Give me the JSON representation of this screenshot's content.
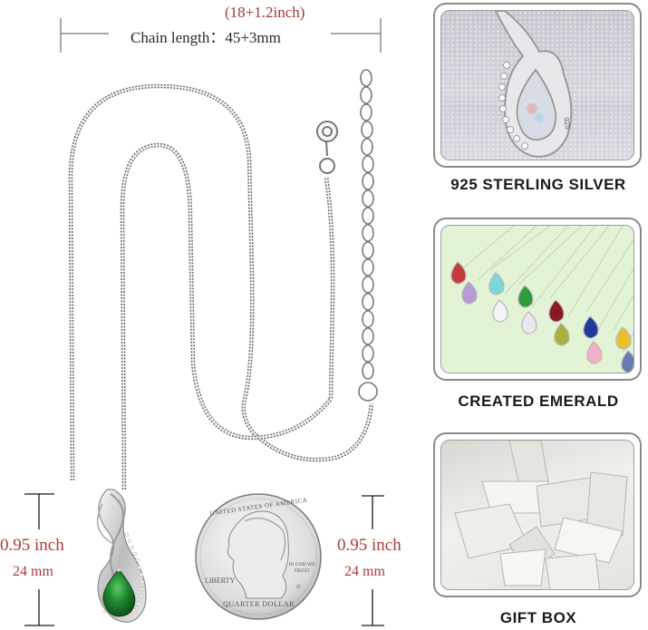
{
  "chain_dimension": {
    "imperial": "(18+1.2inch)",
    "label": "Chain length：45+3mm"
  },
  "pendant_dimension_left": {
    "inch": "0.95 inch",
    "mm": "24 mm"
  },
  "pendant_dimension_right": {
    "inch": "0.95 inch",
    "mm": "24 mm"
  },
  "coin": {
    "top_text": "UNITED STATES OF AMERICA",
    "left_text": "LIBERTY",
    "motto": "IN GOD WE TRUST",
    "mint_mark": "D",
    "bottom_text": "QUARTER DOLLAR"
  },
  "pendant": {
    "stone_color": "#1f7a2e",
    "stamp": "925"
  },
  "features": [
    {
      "caption": "925 STERLING SILVER",
      "image": "silver-pendant-closeup"
    },
    {
      "caption": "CREATED EMERALD",
      "image": "birthstone-pendant-collection"
    },
    {
      "caption": "GIFT BOX",
      "image": "white-gift-boxes"
    }
  ],
  "birthstone_colors": [
    "#c23a3a",
    "#7fd6d8",
    "#b79ad6",
    "#2f9a3e",
    "#f4f4f4",
    "#8a1a22",
    "#e8e8ee",
    "#1f3a9a",
    "#a7b23a",
    "#f0b0c8",
    "#e8c22a",
    "#6a7ab0"
  ],
  "colors": {
    "dimension_red": "#b03a3a",
    "caption_text": "#1a1a1a",
    "frame_border": "#8a8a8a",
    "emerald_panel_bg": "#e2f3d6"
  }
}
